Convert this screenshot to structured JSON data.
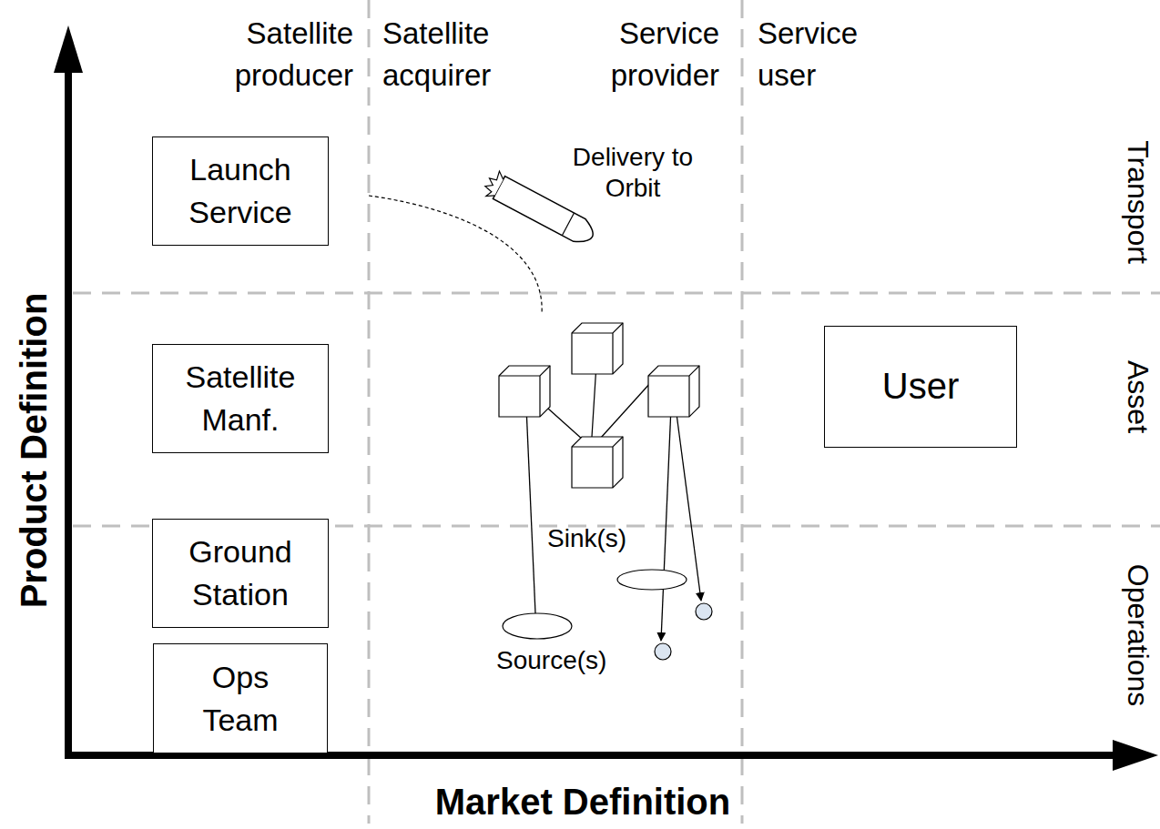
{
  "diagram": {
    "nodes": [
      {
        "text": [
          "Launch Service"
        ]
      },
      {
        "text": [
          "Satellite Manf."
        ]
      },
      {
        "text": [
          "Ground Station"
        ]
      },
      {
        "text": [
          "Ops Team"
        ]
      },
      {
        "text": [
          "User"
        ]
      }
    ],
    "labels": [
      "Satellite producer",
      "Satellite acquirer",
      "Service provider",
      "Service user",
      "Transport",
      "Asset",
      "Operations",
      "Delivery to Orbit",
      "Sink(s)",
      "Source(s)",
      "Product Definition",
      "Market Definition"
    ]
  }
}
